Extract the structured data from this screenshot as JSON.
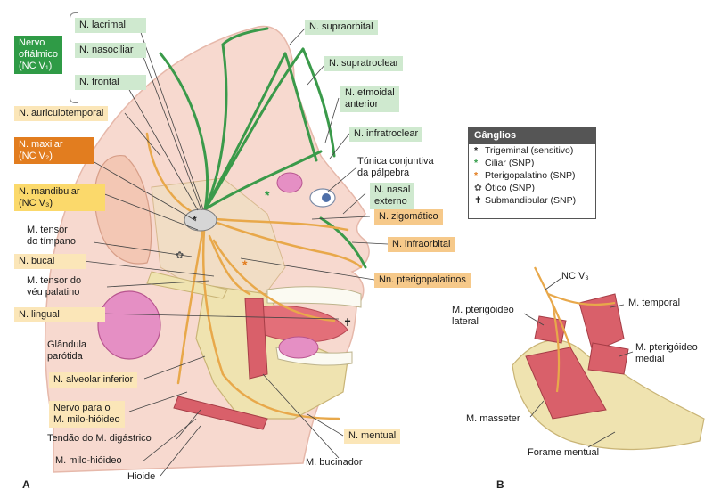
{
  "panel_a": {
    "letter": "A",
    "labels": {
      "n_lacrimal": "N. lacrimal",
      "n_nasociliar": "N. nasociliar",
      "n_frontal": "N. frontal",
      "nervo_oftalmico": "Nervo\noftálmico\n(NC V₁)",
      "n_auriculotemporal": "N. auriculotemporal",
      "n_maxilar": "N. maxilar\n(NC V₂)",
      "n_mandibular": "N. mandibular\n(NC V₃)",
      "m_tensor_timpano": "M. tensor\ndo tímpano",
      "n_bucal": "N. bucal",
      "m_tensor_veu": "M. tensor do\nvéu palatino",
      "n_lingual": "N. lingual",
      "glandula_parotida": "Glândula\nparótida",
      "n_alveolar_inferior": "N. alveolar inferior",
      "nervo_milo_hioideo": "Nervo para o\nM. milo-hióideo",
      "tendao_digastrico": "Tendão do M. digástrico",
      "m_milo_hioideo": "M. milo-hióideo",
      "hioide": "Hioide",
      "m_bucinador": "M. bucinador",
      "n_mentual": "N. mentual",
      "n_supraorbital": "N. supraorbital",
      "n_supratroclear": "N. supratroclear",
      "n_etmoidal_anterior": "N. etmoidal\nanterior",
      "n_infratroclear": "N. infratroclear",
      "tunica_conjuntiva": "Túnica conjuntiva\nda pálpebra",
      "n_nasal_externo": "N. nasal\nexterno",
      "n_zigomatico": "N. zigomático",
      "n_infraorbital": "N. infraorbital",
      "nn_pterigopalatinos": "Nn. pterigopalatinos"
    }
  },
  "legend": {
    "title": "Gânglios",
    "items": [
      {
        "symbol": "*",
        "color": "#222222",
        "text": "Trigeminal (sensitivo)"
      },
      {
        "symbol": "*",
        "color": "#2f9b46",
        "text": "Ciliar (SNP)"
      },
      {
        "symbol": "*",
        "color": "#e27d1f",
        "text": "Pterigopalatino (SNP)"
      },
      {
        "symbol": "✿",
        "color": "#555555",
        "text": "Ótico (SNP)"
      },
      {
        "symbol": "✝",
        "color": "#222222",
        "text": "Submandibular (SNP)"
      }
    ]
  },
  "panel_b": {
    "letter": "B",
    "labels": {
      "nc_v3": "NC V₃",
      "m_pterigoideo_lateral": "M. pterigóideo\nlateral",
      "m_temporal": "M. temporal",
      "m_pterigoideo_medial": "M. pterigóideo\nmedial",
      "m_masseter": "M. masseter",
      "forame_mentual": "Forame mentual"
    }
  },
  "colors": {
    "skin": "#f7d9cf",
    "nerve_v1": "#3a9a4a",
    "nerve_v2v3": "#e8a84a",
    "bone": "#efe3b0",
    "muscle": "#d9606a",
    "gland": "#e58fc4"
  }
}
